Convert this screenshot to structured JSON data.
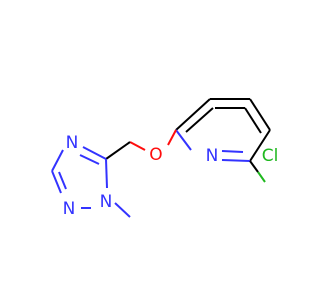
{
  "molecule": {
    "atoms": {
      "n_triazole_top": "N",
      "n_triazole_left": "N",
      "n_triazole_sub": "N",
      "oxygen": "O",
      "n_pyridine": "N",
      "chlorine": "Cl"
    },
    "colors": {
      "carbon_bond": "#000000",
      "nitrogen": "#3333ff",
      "oxygen": "#ff0d0d",
      "chlorine": "#1fb81f"
    }
  }
}
